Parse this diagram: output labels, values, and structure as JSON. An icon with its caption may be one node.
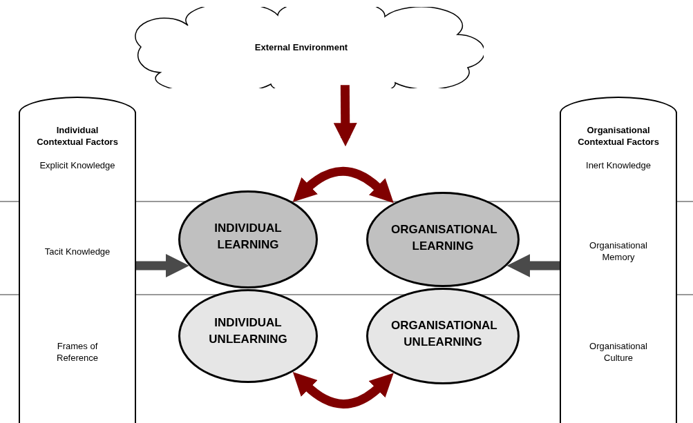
{
  "diagram": {
    "nodes": [
      {
        "text": [
          "External Environment"
        ]
      },
      {
        "text": [
          "Individual Contextual Factors",
          "Explicit Knowledge",
          "Tacit Knowledge",
          "Frames of Reference"
        ]
      },
      {
        "text": [
          "Organisational Contextual Factors",
          "Inert Knowledge",
          "Organisational Memory",
          "Organisational Culture"
        ]
      },
      {
        "text": [
          "INDIVIDUAL LEARNING"
        ]
      },
      {
        "text": [
          "ORGANISATIONAL LEARNING"
        ]
      },
      {
        "text": [
          "INDIVIDUAL UNLEARNING"
        ]
      },
      {
        "text": [
          "ORGANISATIONAL UNLEARNING"
        ]
      }
    ],
    "edges": [
      {
        "from": 0,
        "to": null,
        "arrow": "to",
        "color": "#800000"
      },
      {
        "from": 3,
        "to": 4,
        "arrow": "both",
        "color": "#800000"
      },
      {
        "from": 5,
        "to": 6,
        "arrow": "both",
        "color": "#800000"
      },
      {
        "from": 1,
        "to": 3,
        "arrow": "to",
        "color": "#4a4a4a"
      },
      {
        "from": 2,
        "to": 4,
        "arrow": "to",
        "color": "#4a4a4a"
      }
    ]
  }
}
